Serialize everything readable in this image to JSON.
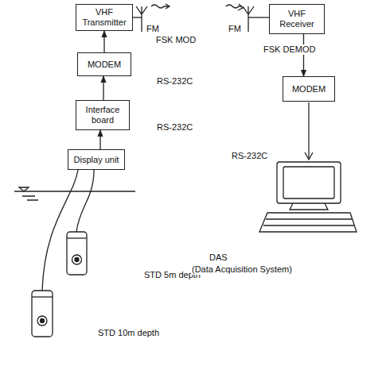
{
  "diagram": {
    "nodes": [
      {
        "text": [
          "VHF Transmitter"
        ]
      },
      {
        "text": [
          "MODEM"
        ]
      },
      {
        "text": [
          "Interface board"
        ]
      },
      {
        "text": [
          "Display unit"
        ]
      },
      {
        "text": [
          "VHF Receiver"
        ]
      },
      {
        "text": [
          "MODEM"
        ]
      }
    ],
    "edges": [
      {
        "from": 3,
        "to": 2,
        "arrow": "to"
      },
      {
        "from": 2,
        "to": 1,
        "arrow": "to"
      },
      {
        "from": 1,
        "to": 0,
        "arrow": "to"
      },
      {
        "from": 4,
        "to": 5,
        "arrow": "to"
      }
    ],
    "labels": [
      "FM",
      "FM",
      "FSK MOD",
      "RS-232C",
      "RS-232C",
      "FSK DEMOD",
      "RS-232C",
      "STD 5m depth",
      "STD 10m depth",
      "DAS",
      "(Data Acquisition System)"
    ]
  }
}
